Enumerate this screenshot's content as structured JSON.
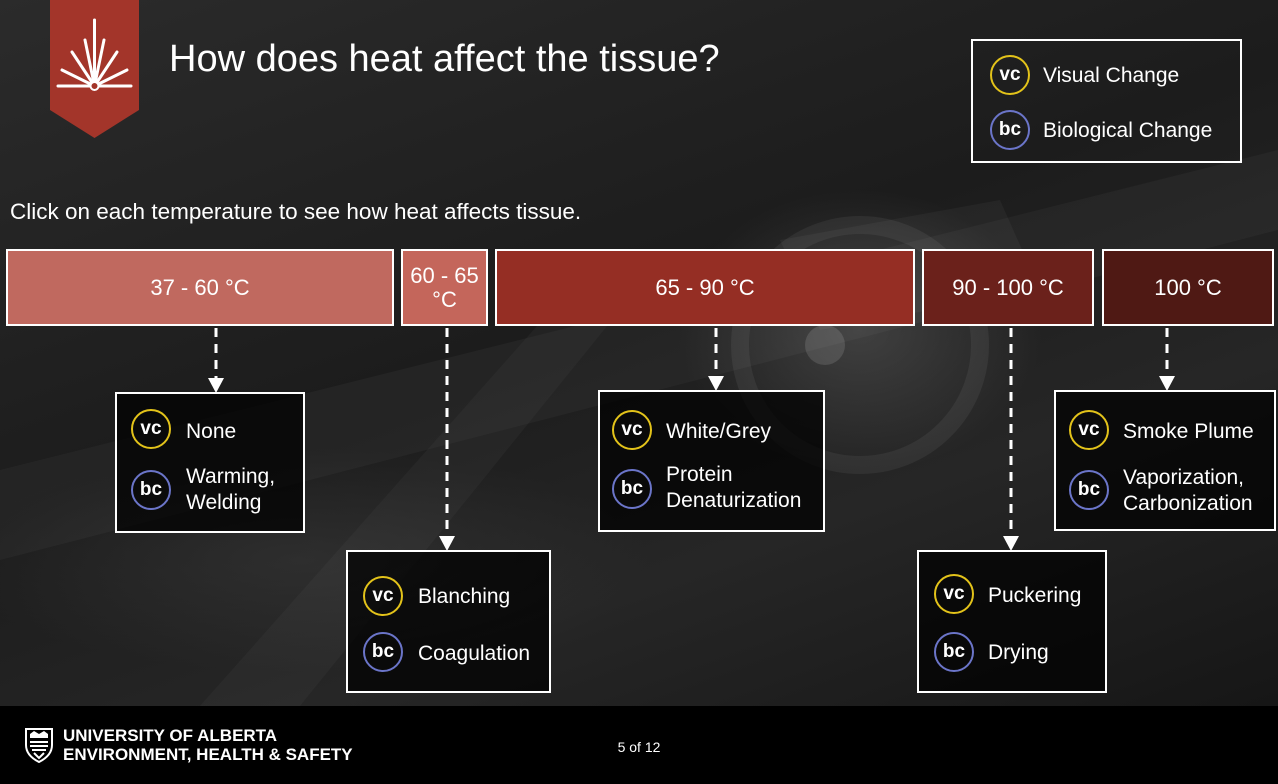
{
  "title": "How does heat affect the tissue?",
  "instruction": "Click on each temperature to see how heat affects tissue.",
  "badges": {
    "vc": "vc",
    "bc": "bc"
  },
  "legend": {
    "vc_label": "Visual Change",
    "bc_label": "Biological Change"
  },
  "temperatures": [
    {
      "label": "37 - 60 °C",
      "color": "#c0695f"
    },
    {
      "label": "60 - 65 °C",
      "color": "#c4665b"
    },
    {
      "label": "65 - 90 °C",
      "color": "#952e24"
    },
    {
      "label": "90 - 100 °C",
      "color": "#6b211b"
    },
    {
      "label": "100 °C",
      "color": "#4f1914"
    }
  ],
  "effects": [
    {
      "visual": "None",
      "biological": "Warming, Welding"
    },
    {
      "visual": "Blanching",
      "biological": "Coagulation"
    },
    {
      "visual": "White/Grey",
      "biological": "Protein Denaturization"
    },
    {
      "visual": "Puckering",
      "biological": "Drying"
    },
    {
      "visual": "Smoke Plume",
      "biological": "Vaporization, Carbonization"
    }
  ],
  "colors": {
    "vc_ring": "#e3c31a",
    "bc_ring": "#6b75c9",
    "banner": "#a3352a"
  },
  "icons": {
    "banner": "starburst-icon",
    "crest": "university-crest-icon"
  },
  "footer": {
    "org_line1": "UNIVERSITY OF ALBERTA",
    "org_line2": "ENVIRONMENT, HEALTH & SAFETY",
    "pager": "5 of 12"
  }
}
